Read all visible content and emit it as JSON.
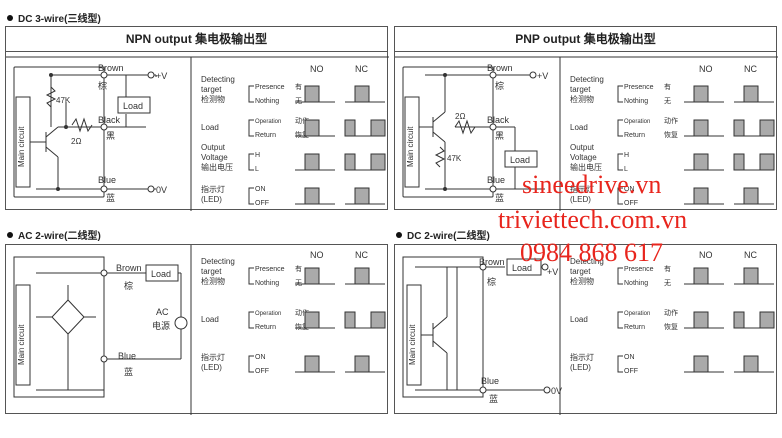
{
  "sections": {
    "dc3": {
      "heading": "DC 3-wire(三线型)",
      "npn": {
        "title": "NPN output 集电极输出型",
        "wire_top": "Brown",
        "wire_top_cn": "棕",
        "wire_mid": "Black",
        "wire_mid_cn": "黑",
        "wire_bot": "Blue",
        "wire_bot_cn": "蓝",
        "plus_v": "+V",
        "zero_v": "0V",
        "load": "Load",
        "r1": "47K",
        "r2": "2Ω",
        "main_circuit": "Main circuit"
      },
      "pnp": {
        "title": "PNP output 集电极输出型",
        "wire_top": "Brown",
        "wire_top_cn": "棕",
        "wire_mid": "Black",
        "wire_mid_cn": "黑",
        "wire_bot": "Blue",
        "wire_bot_cn": "蓝",
        "plus_v": "+V",
        "load": "Load",
        "r1": "2Ω",
        "r2": "47K",
        "main_circuit": "Main circuit"
      }
    },
    "ac2": {
      "heading": "AC 2-wire(二线型)",
      "wire_top": "Brown",
      "wire_top_cn": "棕",
      "wire_bot": "Blue",
      "wire_bot_cn": "蓝",
      "load": "Load",
      "ac": "AC",
      "ac_cn": "电源",
      "main_circuit": "Main circuit"
    },
    "dc2": {
      "heading": "DC 2-wire(二线型)",
      "wire_top": "Brown",
      "wire_top_cn": "棕",
      "wire_bot": "Blue",
      "wire_bot_cn": "蓝",
      "load": "Load",
      "plus_v": "+V",
      "zero_v": "0V",
      "main_circuit": "Main circuit"
    }
  },
  "timing": {
    "col_no": "NO",
    "col_nc": "NC",
    "detecting": [
      "Detecting",
      "target",
      "检测物"
    ],
    "presence": "Presence",
    "presence_cn": "有",
    "nothing": "Nothing",
    "nothing_cn": "无",
    "load": "Load",
    "operation": "Operation",
    "operation_cn": "动作",
    "return": "Return",
    "return_cn": "恢复",
    "output_voltage": [
      "Output",
      "Voltage",
      "输出电压"
    ],
    "h": "H",
    "l": "L",
    "led": [
      "指示灯",
      "(LED)"
    ],
    "on": "ON",
    "off": "OFF"
  },
  "watermark": {
    "line1": "sineedrive.vn",
    "line2": "triviettech.com.vn",
    "line3": "0984 868 617",
    "color": "#e8251d"
  }
}
